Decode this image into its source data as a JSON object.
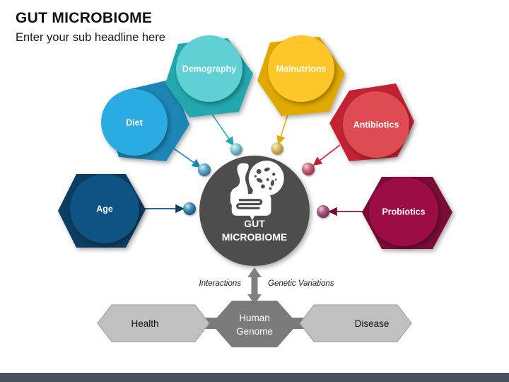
{
  "header": {
    "title": "GUT MICROBIOME",
    "subtitle": "Enter your sub headline here"
  },
  "center": {
    "label_line1": "GUT",
    "label_line2": "MICROBIOME",
    "icon": "gut-microbiome-icon",
    "color": "#4D4D4D"
  },
  "factors": [
    {
      "id": "diet",
      "label": "Diet",
      "color": "#29ABE2",
      "shade": "#1C86B5",
      "dot": "#4A9CC4"
    },
    {
      "id": "demography",
      "label": "Demography",
      "color": "#5FD0D3",
      "shade": "#23A8AE",
      "dot": "#7BC4CC"
    },
    {
      "id": "malnutrions",
      "label": "Malnutrions",
      "color": "#FFC62B",
      "shade": "#E0A900",
      "dot": "#D4B258"
    },
    {
      "id": "antibiotics",
      "label": "Antibiotics",
      "color": "#DF4B53",
      "shade": "#C32030",
      "dot": "#C2566B"
    },
    {
      "id": "probiotics",
      "label": "Probiotics",
      "color": "#9C1145",
      "shade": "#7A0C35",
      "dot": "#A44A74"
    },
    {
      "id": "age",
      "label": "Age",
      "color": "#0E5283",
      "shade": "#0B3E63",
      "dot": "#2A7CAE"
    }
  ],
  "annotations": {
    "left": "Interactions",
    "right": "Genetic Variations"
  },
  "outcomes": {
    "genome": {
      "label_line1": "Human",
      "label_line2": "Genome",
      "color": "#7A7A7A"
    },
    "left": {
      "label": "Health",
      "color": "#C0C0C0"
    },
    "right": {
      "label": "Disease",
      "color": "#C0C0C0"
    }
  },
  "theme": {
    "background": "#FFFFFF",
    "footer_bar": "#47525F",
    "arrow_gray": "#808080"
  }
}
